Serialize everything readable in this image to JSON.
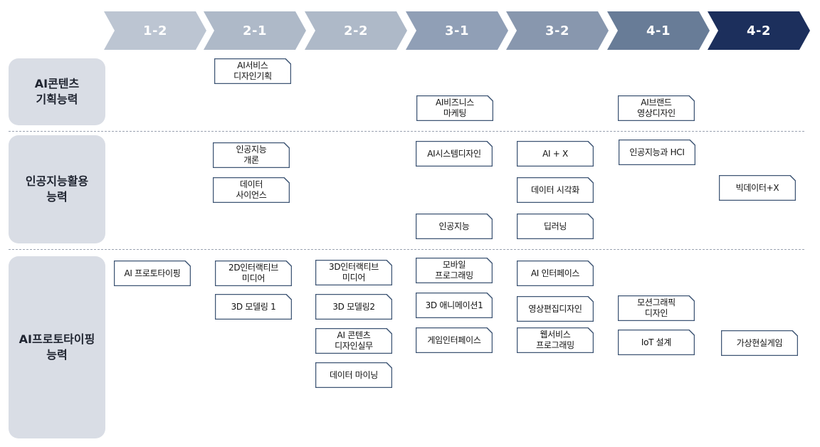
{
  "colors": {
    "stage1": "#bcc5d2",
    "stage2": "#aeb9c8",
    "stage3": "#aeb9c8",
    "stage4": "#909fb6",
    "stage5": "#8897ae",
    "stage6": "#687c97",
    "stage7": "#1c2f5c",
    "category_bg": "#d9dde5",
    "box_border": "#3f5675"
  },
  "stages": [
    "1-2",
    "2-1",
    "2-2",
    "3-1",
    "3-2",
    "4-1",
    "4-2"
  ],
  "categories": [
    {
      "label": "AI콘텐츠\n기획능력"
    },
    {
      "label": "인공지능활용\n능력"
    },
    {
      "label": "AI프로토타이핑\n능력"
    }
  ],
  "courses": {
    "ai_service_design": "AI서비스\n디자인기획",
    "ai_business_marketing": "AI비즈니스\n마케팅",
    "ai_brand_video_design": "AI브랜드\n영상디자인",
    "ai_intro": "인공지능\n개론",
    "data_science": "데이터\n사이언스",
    "ai_system_design": "AI시스템디자인",
    "ai_x": "AI + X",
    "ai_and_hci": "인공지능과 HCI",
    "data_visualization": "데이터 시각화",
    "bigdata_x": "빅데이터+X",
    "artificial_intelligence": "인공지능",
    "deep_learning": "딥러닝",
    "ai_prototyping": "AI 프로토타이핑",
    "interactive_media_2d": "2D인터랙티브\n미디어",
    "interactive_media_3d": "3D인터랙티브\n미디어",
    "mobile_programming": "모바일\n프로그래밍",
    "ai_interface": "AI 인터페이스",
    "modeling_3d_1": "3D 모델링 1",
    "modeling_3d_2": "3D 모델링2",
    "animation_3d_1": "3D 애니메이션1",
    "video_editing_design": "영상편집디자인",
    "motion_graphic_design": "모션그래픽\n디자인",
    "ai_content_design_practice": "AI 콘텐츠\n디자인실무",
    "game_interface": "게임인터페이스",
    "web_service_programming": "웹서비스\n프로그래밍",
    "iot_design": "IoT 설계",
    "vr_game": "가상현실게임",
    "data_mining": "데이터 마이닝"
  }
}
